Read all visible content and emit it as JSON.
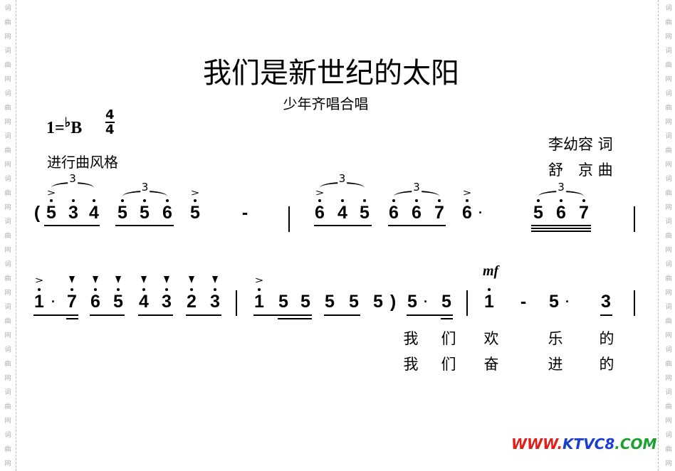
{
  "title": "我们是新世纪的太阳",
  "subtitle": "少年齐唱合唱",
  "key": {
    "prefix": "1=",
    "flat": "♭",
    "note": "B",
    "num": "4",
    "den": "4"
  },
  "style": "进行曲风格",
  "lyricist": "李幼容 词",
  "composer": "舒　京 曲",
  "watermark": "词曲网",
  "triplet": "3",
  "dynamic": "mf",
  "row1": [
    "(",
    "5",
    "3",
    "4",
    "5",
    "5",
    "6",
    "5",
    "-",
    "6",
    "4",
    "5",
    "6",
    "6",
    "7",
    "6",
    "5",
    "6",
    "7"
  ],
  "row2": [
    "1",
    "7",
    "6",
    "5",
    "4",
    "3",
    "2",
    "3",
    "1",
    "5",
    "5",
    "5",
    "5",
    "5",
    ")",
    "5",
    "5",
    "1",
    "-",
    "5",
    "3"
  ],
  "lyrics1": [
    "我",
    "们",
    "欢",
    "乐",
    "的"
  ],
  "lyrics2": [
    "我",
    "们",
    "奋",
    "进",
    "的"
  ],
  "site": {
    "www": "WWW.",
    "ktv": "KTVC8",
    ".com": ".COM"
  }
}
